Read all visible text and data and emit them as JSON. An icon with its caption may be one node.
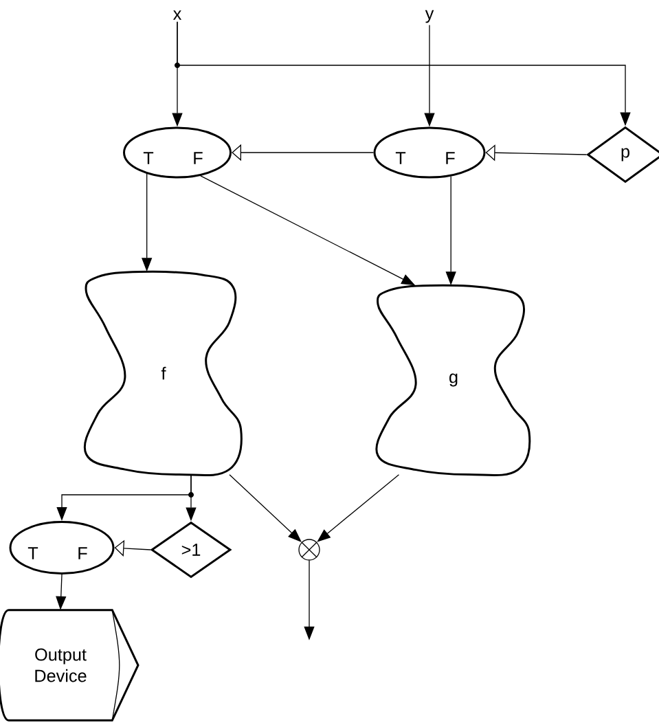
{
  "diagram": {
    "nodes": [
      {
        "text": [
          "x"
        ]
      },
      {
        "text": [
          "y"
        ]
      },
      {
        "text": [
          "T",
          "F"
        ]
      },
      {
        "text": [
          "T",
          "F"
        ]
      },
      {
        "text": [
          "p"
        ]
      },
      {
        "text": [
          "f"
        ]
      },
      {
        "text": [
          "g"
        ]
      },
      {
        "text": [
          "T",
          "F"
        ]
      },
      {
        "text": [
          ">1"
        ]
      },
      {
        "text": [
          "Output Device"
        ]
      },
      {
        "text": [],
        "shape": "circle"
      }
    ],
    "edges": [
      {
        "from": 0,
        "to": 2,
        "arrow": "to"
      },
      {
        "from": 0,
        "to": 4,
        "arrow": "to"
      },
      {
        "from": 1,
        "to": 3,
        "arrow": "to"
      },
      {
        "from": 4,
        "to": 3,
        "arrow": "to"
      },
      {
        "from": 3,
        "to": 2,
        "arrow": "to"
      },
      {
        "from": 2,
        "to": 5,
        "arrow": "to"
      },
      {
        "from": 2,
        "to": 6,
        "arrow": "to"
      },
      {
        "from": 3,
        "to": 6,
        "arrow": "to"
      },
      {
        "from": 5,
        "to": 7,
        "arrow": "to"
      },
      {
        "from": 5,
        "to": 8,
        "arrow": "to"
      },
      {
        "from": 8,
        "to": 7,
        "arrow": "to"
      },
      {
        "from": 7,
        "to": 9,
        "arrow": "to"
      },
      {
        "from": 5,
        "to": 10,
        "arrow": "to"
      },
      {
        "from": 6,
        "to": 10,
        "arrow": "to"
      },
      {
        "from": 10,
        "to": null,
        "arrow": "to"
      }
    ]
  }
}
